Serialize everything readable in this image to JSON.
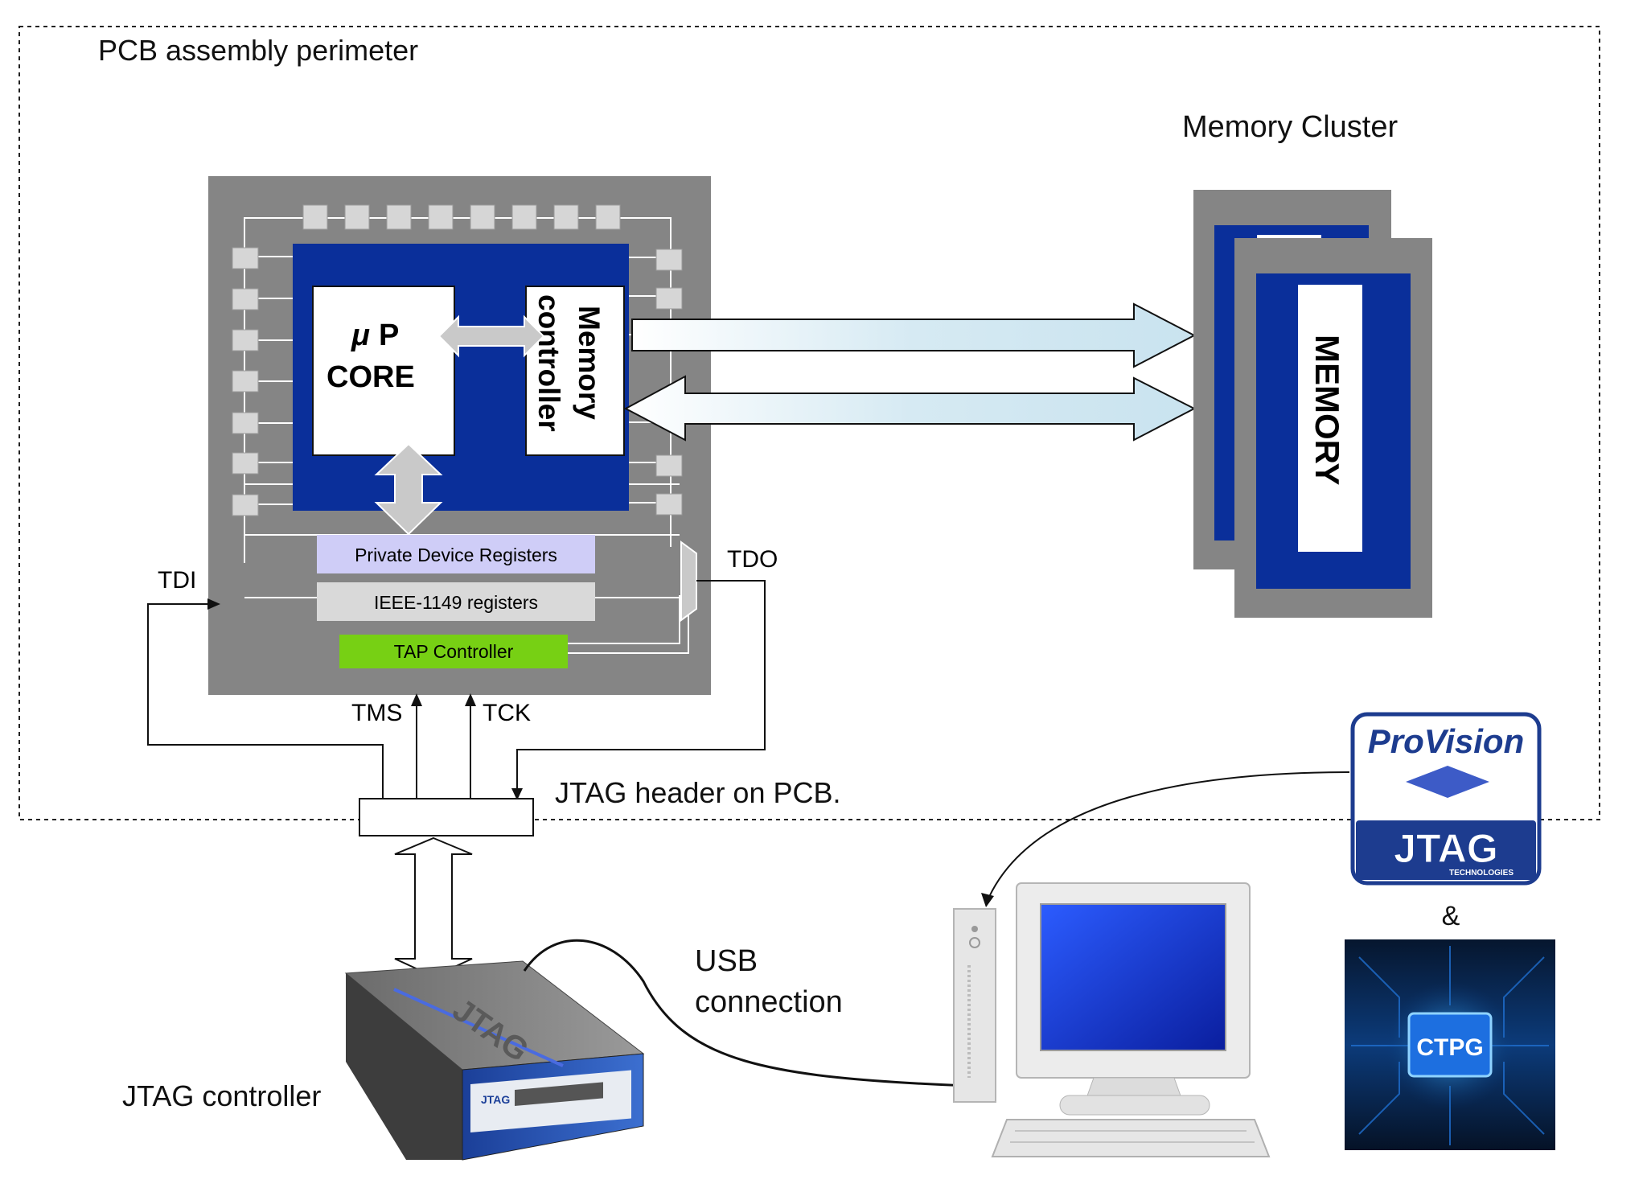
{
  "labels": {
    "perimeter": "PCB assembly perimeter",
    "memory_cluster": "Memory Cluster",
    "memory": "MEMORY",
    "up_mu": "μ",
    "up_p": "P",
    "up_core": "CORE",
    "mem_ctrl_line1": "Memory",
    "mem_ctrl_line2": "controller",
    "private_regs": "Private Device Registers",
    "ieee_regs": "IEEE-1149 registers",
    "tap": "TAP Controller",
    "tdi": "TDI",
    "tdo": "TDO",
    "tms": "TMS",
    "tck": "TCK",
    "jtag_header": "JTAG header on PCB.",
    "jtag_controller": "JTAG controller",
    "usb_line1": "USB",
    "usb_line2": "connection",
    "ampersand": "&",
    "provision_logo": "ProVision",
    "jtag_logo": "JTAG",
    "jtag_logo_sub": "TECHNOLOGIES",
    "ctpg_logo": "CTPG",
    "device_brand": "JTAG"
  },
  "colors": {
    "chip_grey": "#858585",
    "dark_blue": "#0a2f9a",
    "reg_purple": "#cfcdf7",
    "reg_grey": "#d9d9d9",
    "tap_green": "#77d014",
    "pad": "#d6d6d6",
    "bus_fill": "#dcecf4"
  }
}
